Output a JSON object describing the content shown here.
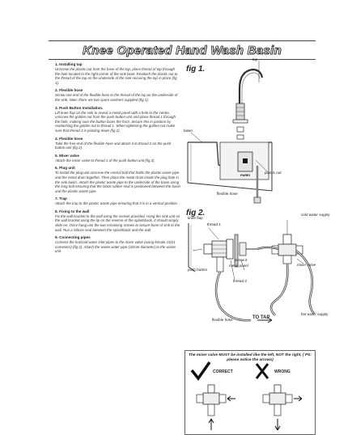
{
  "title": "Knee Operated Hand Wash Basin",
  "sections": [
    {
      "heading": "1. Installing tap",
      "body": "Unscrew the plastic nut from the base of the tap, place thread of tap through the hole located to the right corner of the sink bowl. Reattach the plastic nut to the thread of the tap on the underside of the sink securing the tap in place (fig 1)."
    },
    {
      "heading": "2. Flexible hose",
      "body": "Screw one end of the flexible hose to the thread of the tap on the underside of the sink. Note: there are two spare washers supplied (fig 1)."
    },
    {
      "heading": "3. Push Button Installation.",
      "body": "Lift knee flap on the sink to reveal a metal panel with a hole to the centre, unscrew the golden nut from the push button unit and place thread 1 through the hole, making sure the button faces the front. Secure this in position by reattaching the golden nut to thread 1. When tightening the golden nut make sure that thread 3 is pointing down (fig 2)."
    },
    {
      "heading": "4. Flexible hose",
      "body": "Take the free end of the flexible hose and attach it to thread 2 on the push button unit (fig 2)."
    },
    {
      "heading": "5. Mixer valve",
      "body": "Attach the mixer valve to thread 1 of the push button unit (fig 2)."
    },
    {
      "heading": "6. Plug unit",
      "body": "To install the plug unit unscrew the central bolt that holds the plastic waste pipe and the metal drain together. Then place the metal drain inside the plug hole in the sink basin. Attach the plastic waste pipe to the underside of the basin using the long bolt ensuring that the black rubber seal is positioned between the basin and the plastic waste pipe."
    },
    {
      "heading": "7. Trap",
      "body": "Attach the trap to the plastic waste pipe ensuring that it is in a vertical position."
    },
    {
      "heading": "8. Fixing to the wall",
      "body": "Fix the wall bracket to the wall using the screws provided. Hang the sink unit on the wall bracket using the lip on the reverse of the splashback. It should simply slide on. Once hung use the two remaining screws to secure base of sink to the wall. Run a Silicon seal between the splashback and the wall."
    },
    {
      "heading": "9. Connecting pipes",
      "body": "Connect the hot/cold water inlet pipes to the mixer valve (using female 15/21 connector) (fig 2). Attach the waste water pipe (32mm diameter) to the waste unit."
    }
  ],
  "fig1": {
    "title": "fig 1.",
    "labels": {
      "tap": "tap",
      "basin": "basin",
      "plastic_nut": "plastic nut",
      "flexible_hose": "flexible hose"
    }
  },
  "fig2": {
    "title": "fig 2.",
    "labels": {
      "knee_flap": "knee flap",
      "thread1": "thread 1",
      "cold_water": "cold water supply",
      "screw": "screw it",
      "metal_panel": "metal panel",
      "mixer_valve": "mixer valve",
      "push_button": "push button",
      "thread3": "thread 3",
      "hot_water": "hot water supply",
      "flexible_hose": "flexible hose",
      "to_tap": "TO TAP"
    }
  },
  "warning": {
    "text": "The mixer valve MUST be installed like the left, NOT the right, ( PS: please notice the arrows)",
    "correct": "CORRECT",
    "wrong": "WRONG"
  }
}
